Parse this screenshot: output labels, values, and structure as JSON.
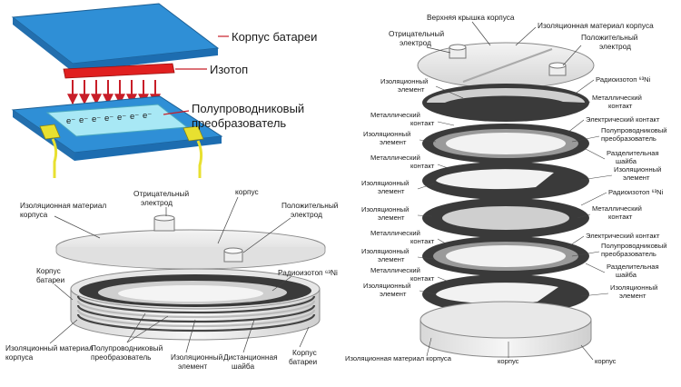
{
  "panel_a": {
    "case_label": "Корпус батареи",
    "isotope_label": "Изотоп",
    "converter_label_1": "Полупроводниковый",
    "converter_label_2": "преобразователь",
    "electron_glyph": "e⁻"
  },
  "panel_b": {
    "insulation_case_1": "Изоляционная материал",
    "insulation_case_2": "корпуса",
    "neg_electrode_1": "Отрицательный",
    "neg_electrode_2": "электрод",
    "housing": "корпус",
    "pos_electrode_1": "Положительный",
    "pos_electrode_2": "электрод",
    "battery_case_1": "Корпус",
    "battery_case_2": "батареи",
    "radioisotope": "Радиоизотоп ⁶³Ni",
    "insulation_case_bottom_1": "Изоляционный материал",
    "insulation_case_bottom_2": "корпуса",
    "converter_1": "Полупроводниковый",
    "converter_2": "преобразователь",
    "insulating_element_1": "Изоляционный",
    "insulating_element_2": "элемент",
    "spacer_1": "Дистанционная",
    "spacer_2": "шайба",
    "battery_case_bottom_1": "Корпус",
    "battery_case_bottom_2": "батареи"
  },
  "panel_c": {
    "top_cover": "Верхняя крышка корпуса",
    "insulation_case": "Изоляционная материал корпуса",
    "neg_electrode_1": "Отрицательный",
    "neg_electrode_2": "электрод",
    "pos_electrode_1": "Положительный",
    "pos_electrode_2": "электрод",
    "radioisotope": "Радиоизотоп ⁶³Ni",
    "ins_element_1": "Изоляционный",
    "ins_element_2": "элемент",
    "metal_contact_1": "Металлический",
    "metal_contact_2": "контакт",
    "electric_contact": "Электрический контакт",
    "converter_1": "Полупроводниковый",
    "converter_2": "преобразователь",
    "spacer_1": "Разделительная",
    "spacer_2": "шайба",
    "bottom_insulation": "Изоляционная материал корпуса",
    "housing_1": "корпус",
    "housing_2": "корпус"
  },
  "colors": {
    "case_blue": "#2f8fd6",
    "isotope_red": "#e02020",
    "converter_cyan": "#a8e8f5",
    "contact_yellow": "#e8e030",
    "arrow_red": "#c81e28",
    "layer_dark": "#3a3a3a"
  }
}
